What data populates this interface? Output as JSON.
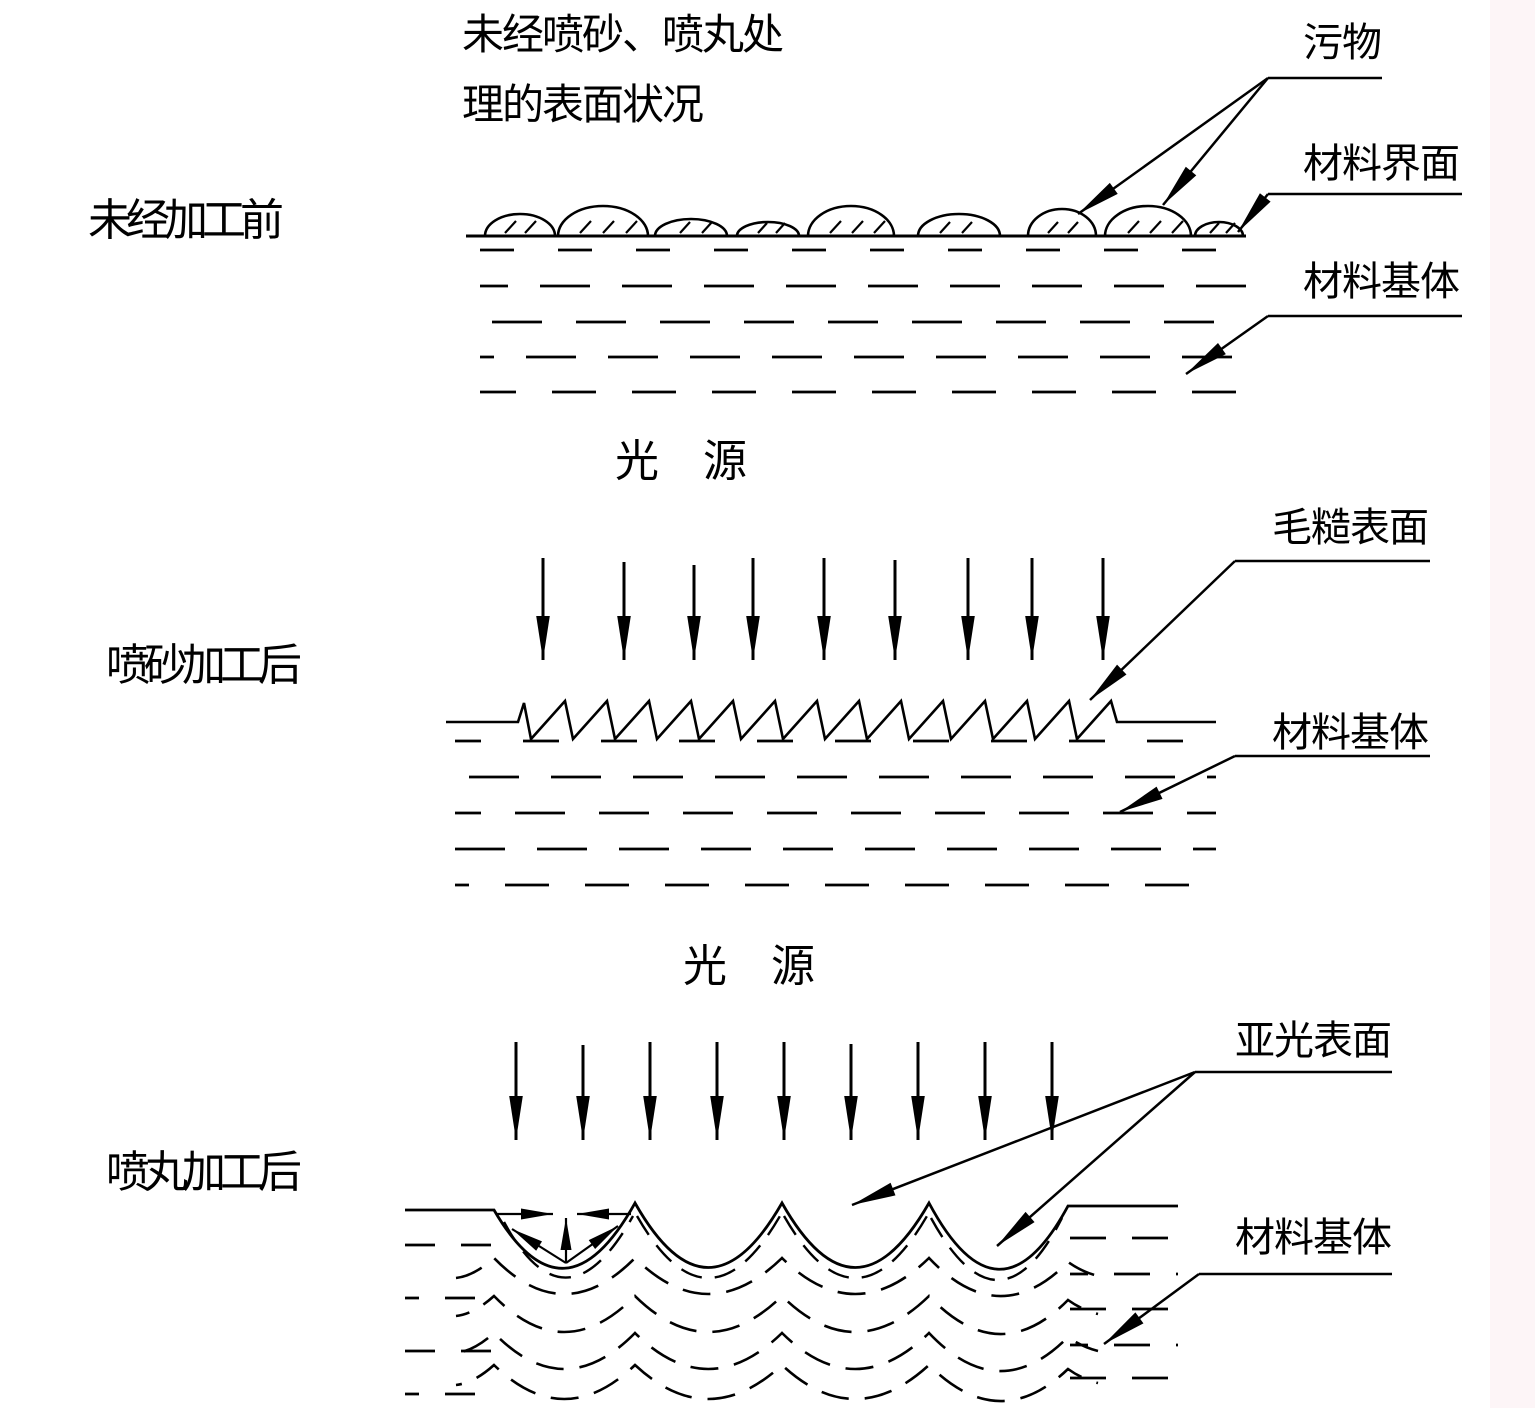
{
  "diagram": {
    "header": {
      "line1": "未经喷砂、喷丸处",
      "line2": "理的表面状况"
    },
    "rows": [
      {
        "label": "未经加工前"
      },
      {
        "label": "喷砂加工后"
      },
      {
        "label": "喷丸加工后"
      }
    ],
    "light_source_labels": [
      "光　源",
      "光　源"
    ],
    "callouts": {
      "dirt": "污物",
      "material_interface": "材料界面",
      "substrate_top": "材料基体",
      "rough_surface": "毛糙表面",
      "substrate_middle": "材料基体",
      "matte_surface": "亚光表面",
      "substrate_bottom": "材料基体"
    },
    "colors": {
      "line": "#000000",
      "background": "#ffffff",
      "right_edge_tint": "#fdf5f7"
    }
  }
}
